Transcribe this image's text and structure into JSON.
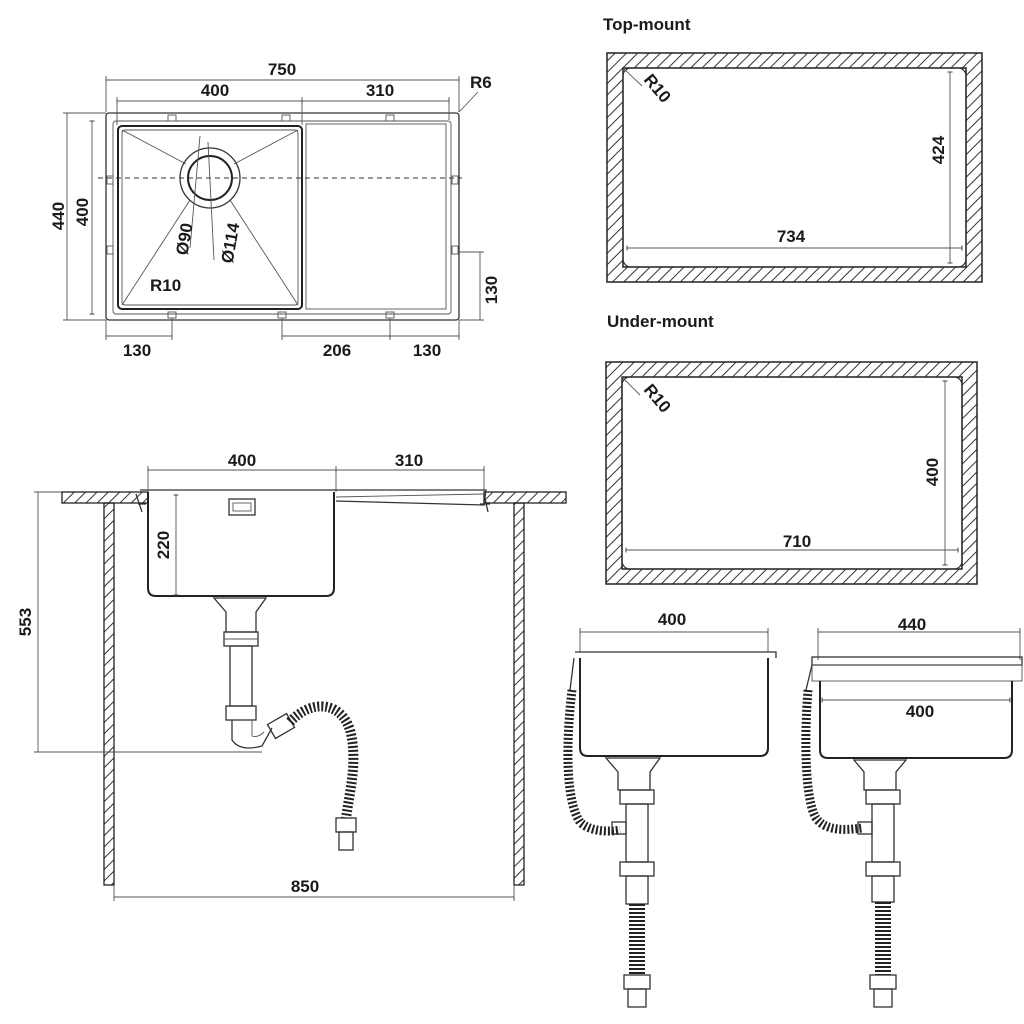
{
  "top_view": {
    "overall_width": "750",
    "bowl_width": "400",
    "drainboard_width": "310",
    "corner_radius_outer": "R6",
    "overall_depth": "440",
    "bowl_depth": "400",
    "waste_inner": "Ø90",
    "waste_outer": "Ø114",
    "bowl_radius": "R10",
    "clip_offset_left": "130",
    "clip_spacing_mid": "206",
    "clip_offset_right": "130",
    "clip_offset_side": "130"
  },
  "top_mount": {
    "heading": "Top-mount",
    "radius": "R10",
    "cut_width": "734",
    "cut_depth": "424"
  },
  "under_mount": {
    "heading": "Under-mount",
    "radius": "R10",
    "cut_width": "710",
    "cut_depth": "400"
  },
  "front_view": {
    "bowl_width": "400",
    "drainboard_width": "310",
    "bowl_height": "220",
    "total_height": "553",
    "cabinet_width": "850"
  },
  "side_views": {
    "under_bowl_width": "400",
    "top_overall_depth": "440",
    "top_bowl_depth": "400"
  }
}
